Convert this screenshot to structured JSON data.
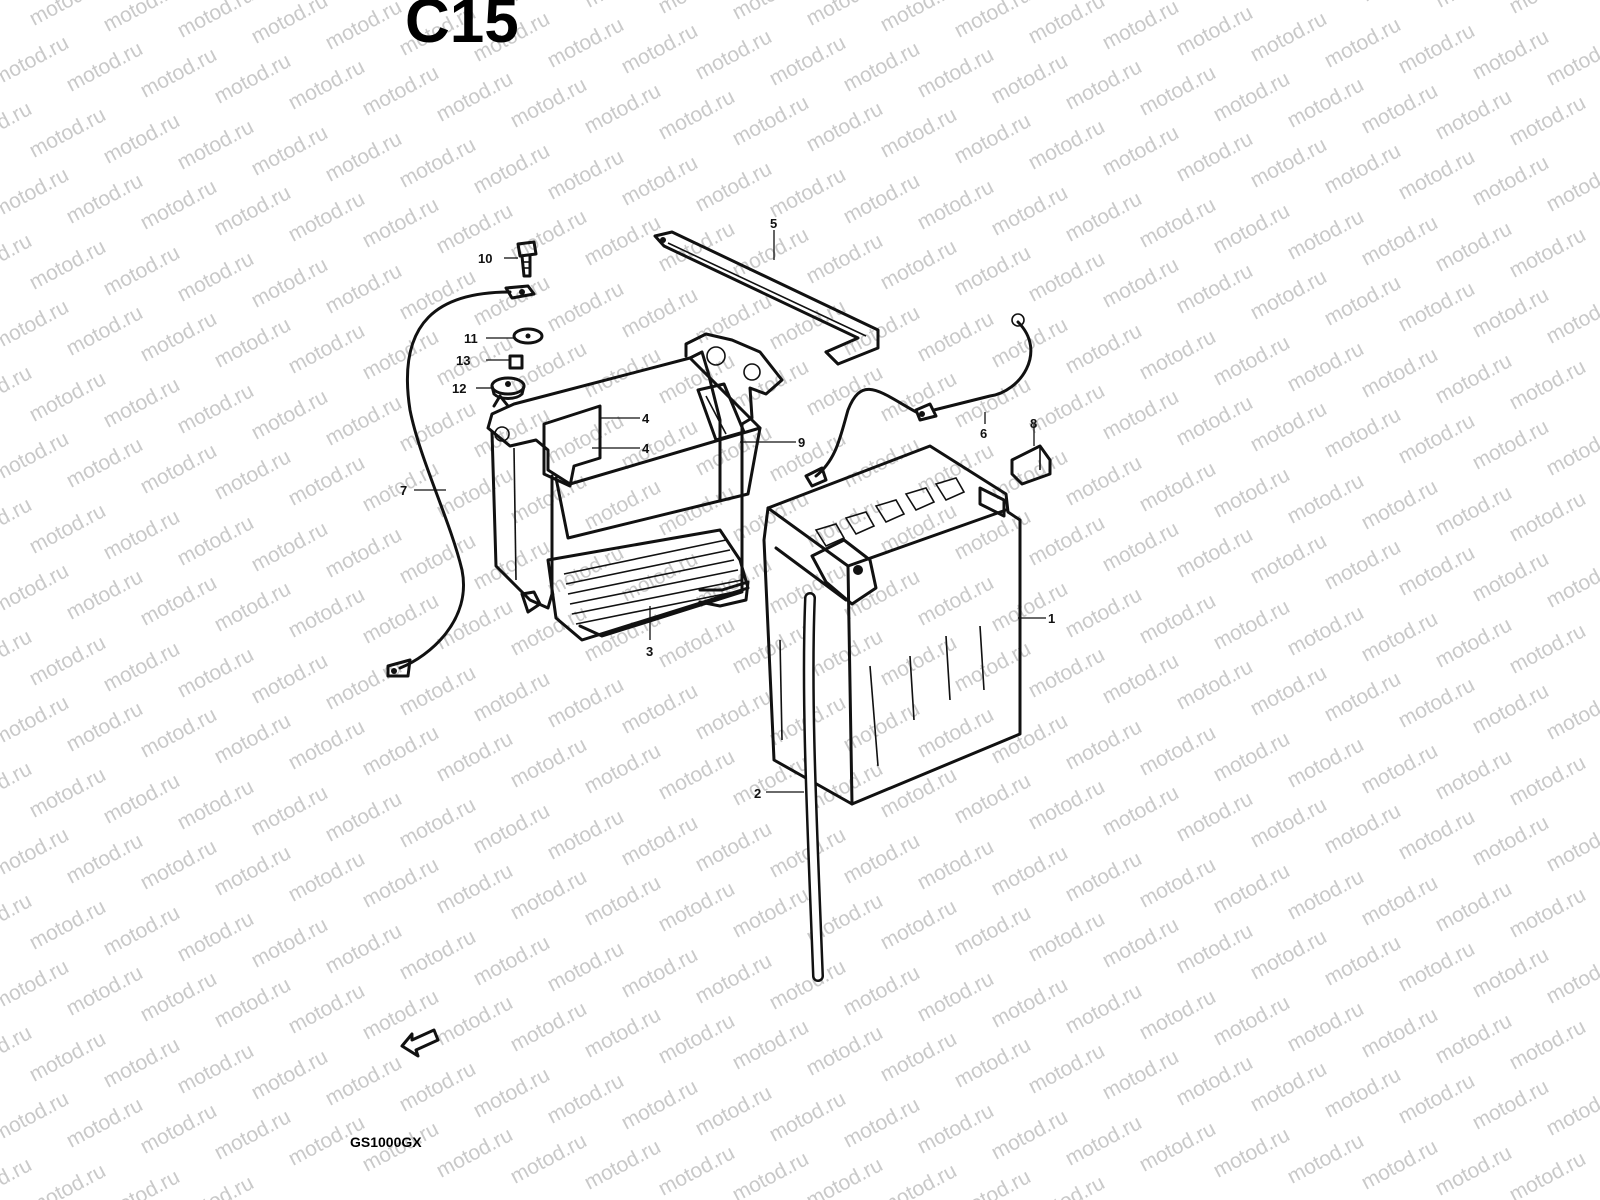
{
  "section_mark": "C15",
  "model_code": "GS1000GX",
  "watermark_text": "motod.ru",
  "callouts": {
    "battery": "1",
    "breather_hose": "2",
    "battery_holder": "3",
    "cushion_a": "4",
    "cushion_b": "4",
    "battery_band": "5",
    "plus_lead": "6",
    "minus_lead": "7",
    "terminal_cover": "8",
    "holder_bracket": "9",
    "bolt": "10",
    "washer": "11",
    "cushion_grommet": "12",
    "spacer": "13"
  },
  "colors": {
    "ink": "#111111",
    "watermark": "#c9c9c9",
    "paper": "#ffffff"
  },
  "icons": {
    "front_arrow": "front-direction-arrow-icon"
  }
}
